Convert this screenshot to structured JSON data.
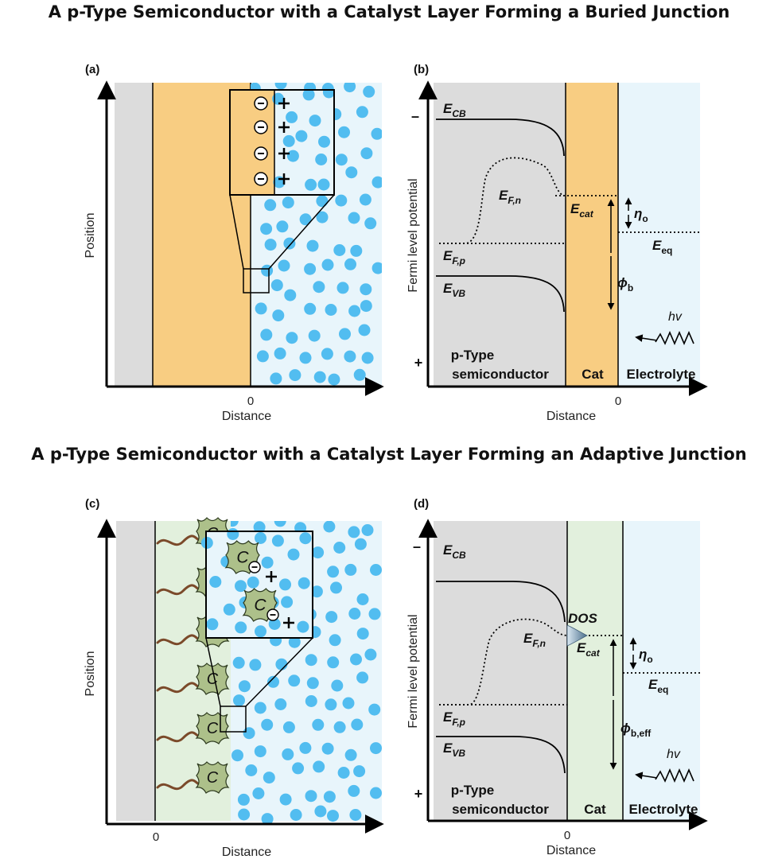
{
  "titles": {
    "top": "A p-Type Semiconductor with a Catalyst Layer Forming a Buried Junction",
    "bottom": "A p-Type Semiconductor with a Catalyst Layer Forming an Adaptive Junction"
  },
  "panels": {
    "a": {
      "label": "(a)",
      "ylabel": "Position",
      "xlabel": "Distance",
      "zero": "0"
    },
    "b": {
      "label": "(b)",
      "ylabel": "Fermi level potential",
      "xlabel": "Distance",
      "zero": "0",
      "minus": "–",
      "plus": "+",
      "E_CB": "E",
      "E_CB_sub": "CB",
      "E_Fn": "E",
      "E_Fn_sub": "F,n",
      "E_Fp": "E",
      "E_Fp_sub": "F,p",
      "E_VB": "E",
      "E_VB_sub": "VB",
      "E_cat": "E",
      "E_cat_sub": "cat",
      "eta": "η",
      "eta_sub": "o",
      "E_eq": "E",
      "E_eq_sub": "eq",
      "phi": "ϕ",
      "phi_sub": "b",
      "hv": "hv",
      "region_semi_1": "p-Type",
      "region_semi_2": "semiconductor",
      "region_cat": "Cat",
      "region_elec": "Electrolyte"
    },
    "c": {
      "label": "(c)",
      "ylabel": "Position",
      "xlabel": "Distance",
      "zero": "0",
      "cat_letter": "C"
    },
    "d": {
      "label": "(d)",
      "ylabel": "Fermi level potential",
      "xlabel": "Distance",
      "zero": "0",
      "minus": "–",
      "plus": "+",
      "E_CB": "E",
      "E_CB_sub": "CB",
      "DOS": "DOS",
      "E_Fn": "E",
      "E_Fn_sub": "F,n",
      "E_Fp": "E",
      "E_Fp_sub": "F,p",
      "E_VB": "E",
      "E_VB_sub": "VB",
      "E_cat": "E",
      "E_cat_sub": "cat",
      "eta": "η",
      "eta_sub": "o",
      "E_eq": "E",
      "E_eq_sub": "eq",
      "phi": "ϕ",
      "phi_sub": "b,eff",
      "hv": "hv",
      "region_semi_1": "p-Type",
      "region_semi_2": "semiconductor",
      "region_cat": "Cat",
      "region_elec": "Electrolyte"
    }
  },
  "colors": {
    "semiconductor": "#dcdcdc",
    "catalyst_buried": "#f8cd82",
    "catalyst_adaptive": "#e2f0dd",
    "electrolyte": "#e8f5fb",
    "ion": "#52bdf0",
    "catalyst_particle": "#adc08a",
    "ligand": "#7b4a2a"
  }
}
